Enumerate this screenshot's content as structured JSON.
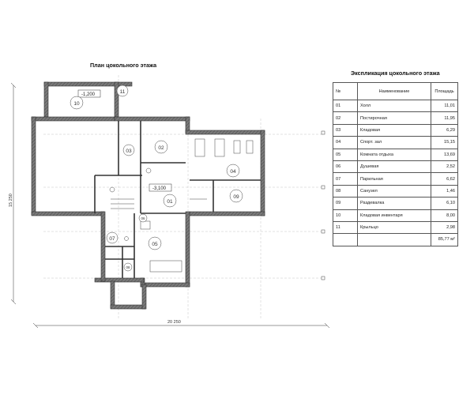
{
  "plan": {
    "title": "План цокольного этажа",
    "dim_width": "20 250",
    "dim_height": "15 250",
    "levels": [
      "-1,200",
      "-3,100"
    ],
    "rooms": [
      "10",
      "11",
      "02",
      "03",
      "04",
      "01",
      "09",
      "06",
      "07",
      "05",
      "08"
    ]
  },
  "explication": {
    "title": "Экспликация цокольного этажа",
    "headers": {
      "num": "№",
      "name": "Наименование",
      "area": "Площадь"
    },
    "rows": [
      {
        "num": "01",
        "name": "Холл",
        "area": "11,01"
      },
      {
        "num": "02",
        "name": "Постирочная",
        "area": "11,95"
      },
      {
        "num": "03",
        "name": "Кладовая",
        "area": "6,29"
      },
      {
        "num": "04",
        "name": "Спорт. зал",
        "area": "15,15"
      },
      {
        "num": "05",
        "name": "Комната отдыха",
        "area": "13,69"
      },
      {
        "num": "06",
        "name": "Душевая",
        "area": "2,52"
      },
      {
        "num": "07",
        "name": "Парильная",
        "area": "6,62"
      },
      {
        "num": "08",
        "name": "Санузел",
        "area": "1,46"
      },
      {
        "num": "09",
        "name": "Раздевалка",
        "area": "6,10"
      },
      {
        "num": "10",
        "name": "Кладовая инвентаря",
        "area": "8,00"
      },
      {
        "num": "11",
        "name": "Крыльцо",
        "area": "2,98"
      }
    ],
    "total": "85,77 м²"
  }
}
